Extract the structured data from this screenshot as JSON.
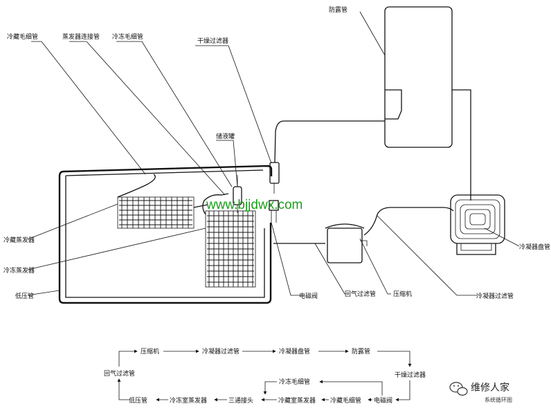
{
  "labels": {
    "condensation_prevent_pipe": "防露管",
    "refrig_capillary": "冷藏毛细管",
    "evap_connect_pipe": "蒸发器连接管",
    "freeze_capillary": "冷冻毛细管",
    "dry_filter": "干燥过滤器",
    "liquid_tank": "储液罐",
    "refrig_evaporator": "冷藏蒸发器",
    "freeze_evaporator": "冷冻蒸发器",
    "low_pressure_pipe": "低压管",
    "solenoid_valve": "电磁阀",
    "return_gas_pipe": "回气过滤管",
    "compressor": "压缩机",
    "condenser_transition": "冷凝器过滤管",
    "condenser_tray": "冷凝器盘管"
  },
  "watermark": "www.bjjdwx.com",
  "flow": {
    "compressor": "压缩机",
    "condenser_transition": "冷凝器过滤管",
    "condenser_tray": "冷凝器盘管",
    "anti_dew": "防露管",
    "dry_filter": "干燥过滤器",
    "solenoid": "电磁阀",
    "refrig_capillary": "冷藏毛细管",
    "refrig_evaporator": "冷藏室蒸发器",
    "tee": "三通接头",
    "freeze_evaporator": "冷冻室蒸发器",
    "low_pressure": "低压管",
    "return_gas": "回气过滤管",
    "freeze_capillary": "冷冻毛细管"
  },
  "branding": {
    "name": "维修人家",
    "caption": "系统循环图"
  }
}
